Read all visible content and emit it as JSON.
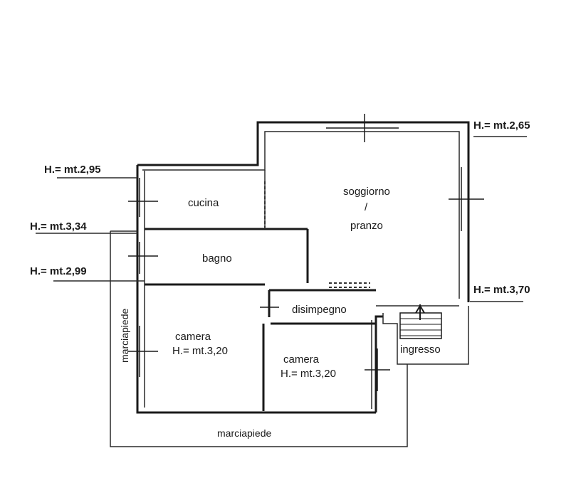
{
  "rooms": {
    "cucina": "cucina",
    "soggiorno": "soggiorno",
    "soggiorno_sep": "/",
    "pranzo": "pranzo",
    "bagno": "bagno",
    "disimpegno": "disimpegno",
    "camera1": "camera",
    "camera1_height": "H.= mt.3,20",
    "camera2": "camera",
    "camera2_height": "H.= mt.3,20",
    "ingresso": "ingresso"
  },
  "heights": {
    "top_right": "H.= mt.2,65",
    "cucina": "H.= mt.2,95",
    "upper_left": "H.= mt.3,34",
    "lower_left": "H.= mt.2,99",
    "right": "H.= mt.3,70"
  },
  "outside": {
    "marciapiede_bottom": "marciapiede",
    "marciapiede_left": "marciapiede"
  }
}
